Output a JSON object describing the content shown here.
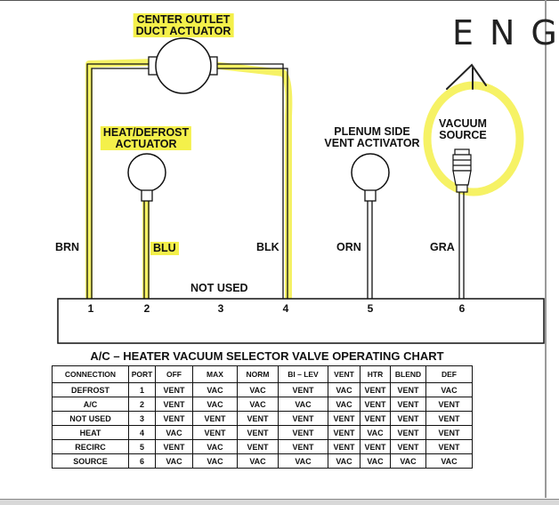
{
  "diagram": {
    "components": {
      "center_outlet": [
        "CENTER OUTLET",
        "DUCT ACTUATOR"
      ],
      "heat_defrost": [
        "HEAT/DEFROST",
        "ACTUATOR"
      ],
      "plenum_side": [
        "PLENUM SIDE",
        "VENT ACTIVATOR"
      ],
      "vacuum_source": [
        "VACUUM",
        "SOURCE"
      ]
    },
    "hoses": {
      "brn": "BRN",
      "blu": "BLU",
      "blk": "BLK",
      "orn": "ORN",
      "gra": "GRA"
    },
    "not_used": "NOT USED",
    "ports": [
      "1",
      "2",
      "3",
      "4",
      "5",
      "6"
    ],
    "handwritten_note": "ENG"
  },
  "chart": {
    "title": "A/C – HEATER VACUUM SELECTOR VALVE OPERATING CHART",
    "columns": [
      "CONNECTION",
      "PORT",
      "OFF",
      "MAX",
      "NORM",
      "BI – LEV",
      "VENT",
      "HTR",
      "BLEND",
      "DEF"
    ],
    "rows": [
      [
        "DEFROST",
        "1",
        "VENT",
        "VAC",
        "VAC",
        "VENT",
        "VAC",
        "VENT",
        "VENT",
        "VAC"
      ],
      [
        "A/C",
        "2",
        "VENT",
        "VAC",
        "VAC",
        "VAC",
        "VAC",
        "VENT",
        "VENT",
        "VENT"
      ],
      [
        "NOT USED",
        "3",
        "VENT",
        "VENT",
        "VENT",
        "VENT",
        "VENT",
        "VENT",
        "VENT",
        "VENT"
      ],
      [
        "HEAT",
        "4",
        "VAC",
        "VENT",
        "VENT",
        "VENT",
        "VENT",
        "VAC",
        "VENT",
        "VENT"
      ],
      [
        "RECIRC",
        "5",
        "VENT",
        "VAC",
        "VENT",
        "VENT",
        "VENT",
        "VENT",
        "VENT",
        "VENT"
      ],
      [
        "SOURCE",
        "6",
        "VAC",
        "VAC",
        "VAC",
        "VAC",
        "VAC",
        "VAC",
        "VAC",
        "VAC"
      ]
    ]
  },
  "colors": {
    "highlighter": "#f4f04a",
    "line": "#111111"
  }
}
